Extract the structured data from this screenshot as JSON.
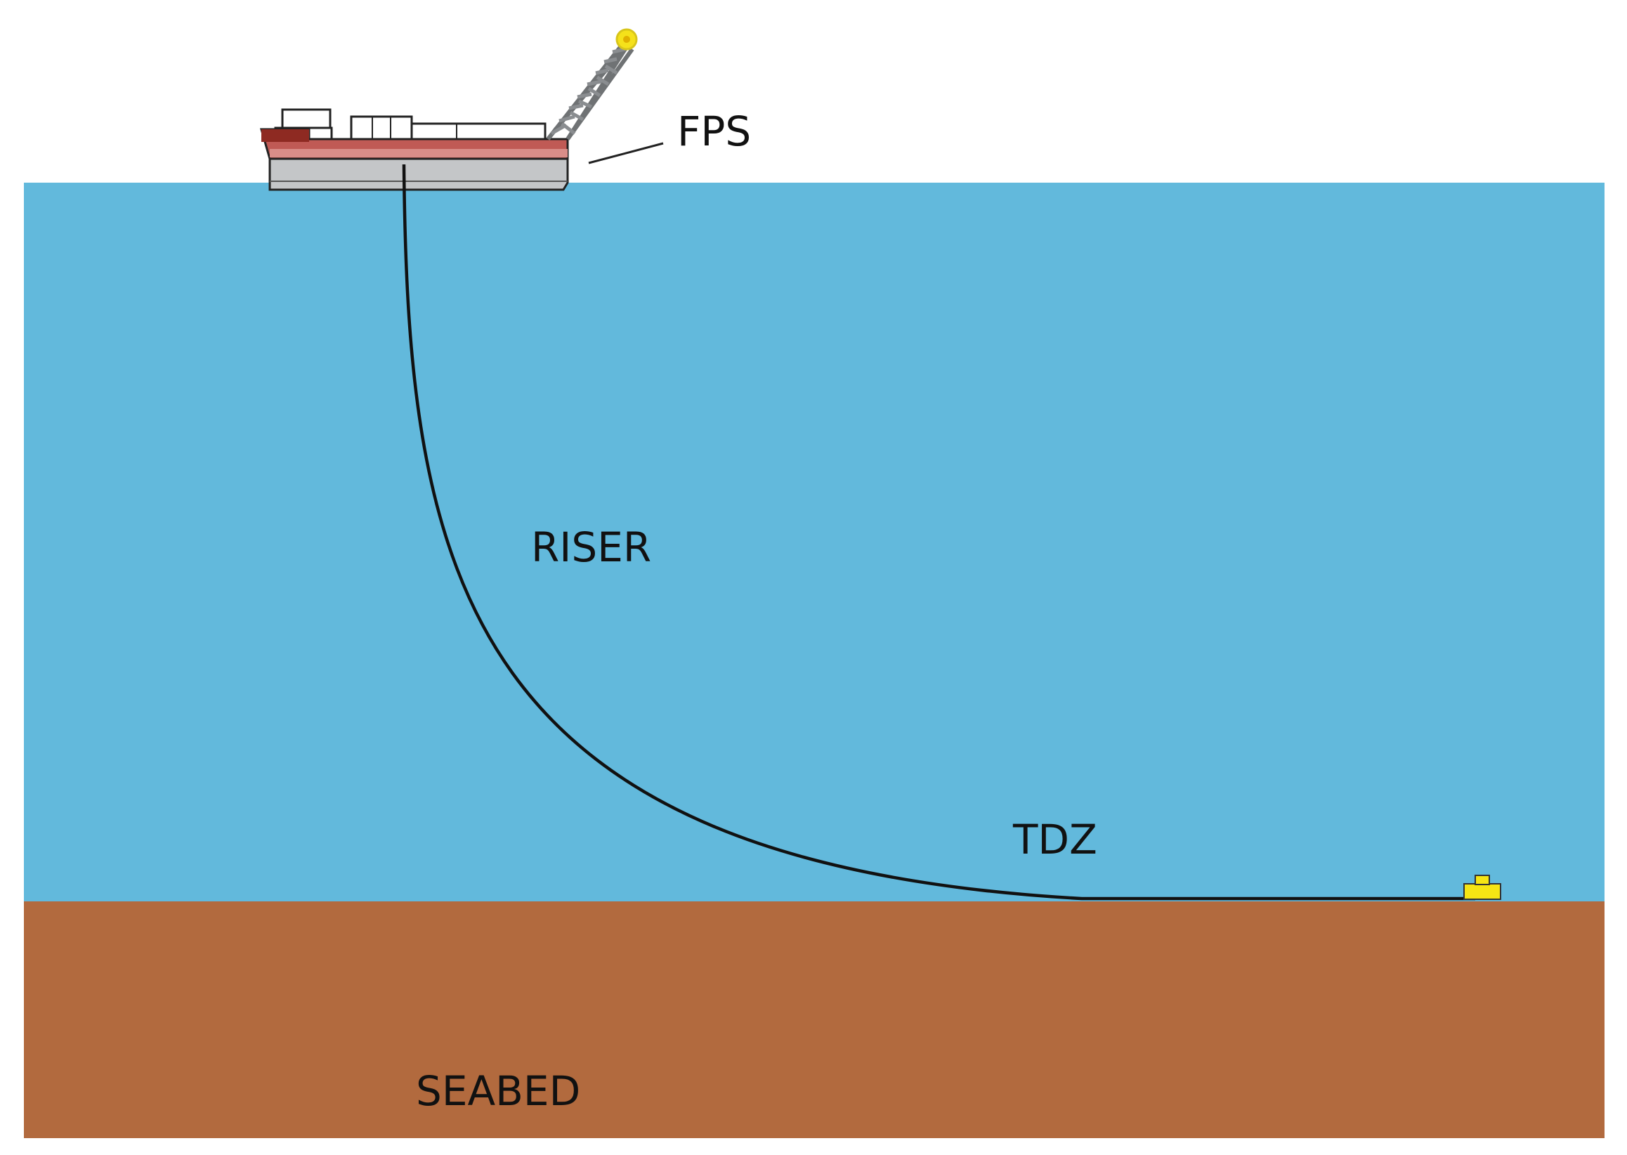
{
  "labels": {
    "fps": "FPS",
    "riser": "RISER",
    "tdz": "TDZ",
    "seabed": "SEABED"
  },
  "colors": {
    "sea": "#62B9DC",
    "seabed": "#B26A3E",
    "hull_grey": "#C4C6C8",
    "hull_red": "#C05A55",
    "hull_dark_red": "#8E2A22",
    "riser_line": "#111111",
    "crane_lamp": "#F5E11A",
    "anchor_block": "#F6E514"
  },
  "icons": {
    "vessel": "fps-vessel-icon",
    "crane": "crane-icon",
    "anchor": "anchor-block-icon"
  }
}
